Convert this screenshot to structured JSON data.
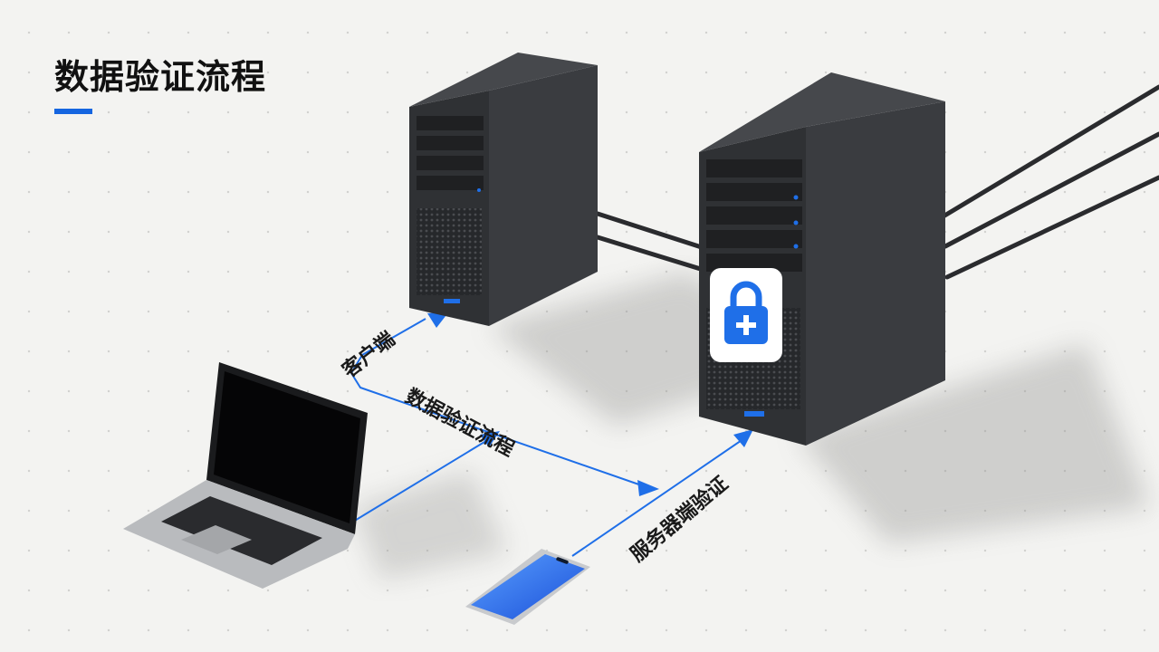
{
  "title": "数据验证流程",
  "labels": {
    "client": "客户端",
    "flow": "数据验证流程",
    "server_validation": "服务器端验证"
  },
  "colors": {
    "accent": "#1565e0",
    "arrow": "#1f6fe8",
    "device_dark": "#2d2f33",
    "background": "#f3f3f1"
  },
  "icons": {
    "lock": "lock-plus-icon"
  }
}
